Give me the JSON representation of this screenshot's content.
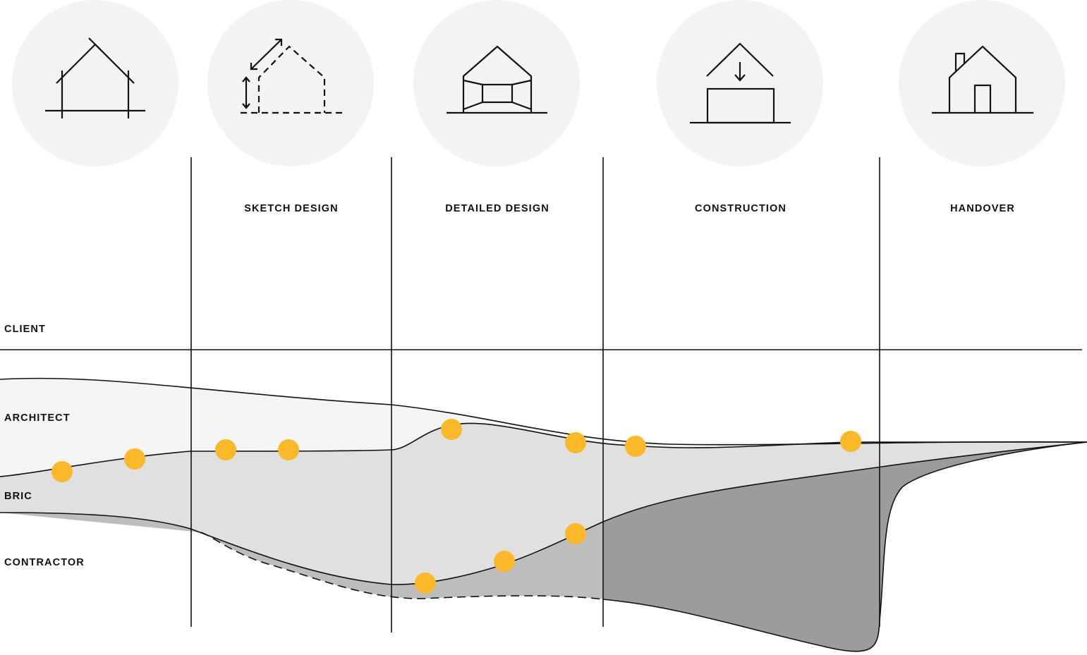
{
  "phases": [
    {
      "label": "",
      "icon": "house-outline-icon"
    },
    {
      "label": "SKETCH DESIGN",
      "icon": "house-dimensions-icon"
    },
    {
      "label": "DETAILED DESIGN",
      "icon": "house-frame-icon"
    },
    {
      "label": "CONSTRUCTION",
      "icon": "house-roof-placement-icon"
    },
    {
      "label": "HANDOVER",
      "icon": "finished-house-icon"
    }
  ],
  "roles": [
    {
      "label": "CLIENT"
    },
    {
      "label": "ARCHITECT"
    },
    {
      "label": "BRIC"
    },
    {
      "label": "CONTRACTOR"
    }
  ],
  "colors": {
    "icon_circle": "#f3f3f3",
    "architect_band": "#f4f4f4",
    "bric_band": "#e0e0e0",
    "contractor_band": "#bdbdbd",
    "handover_band": "#9c9c9c",
    "milestone_dot": "#fbb829",
    "line": "#111111"
  }
}
